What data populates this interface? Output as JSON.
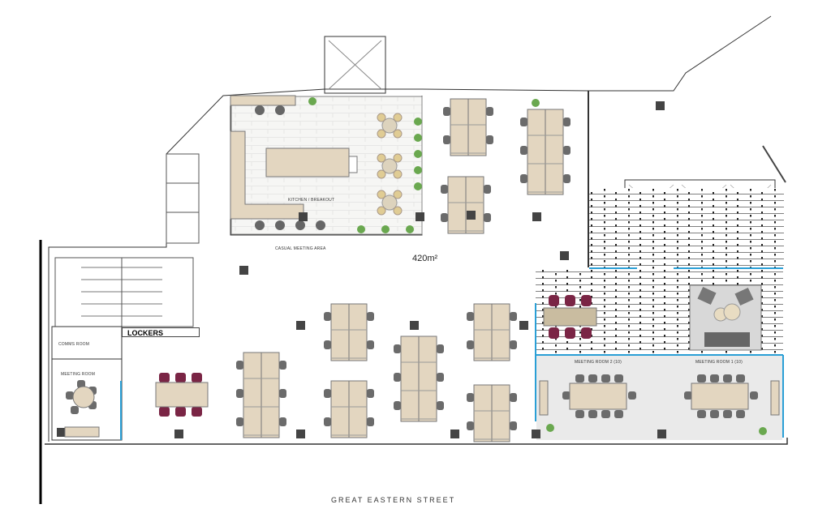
{
  "plan": {
    "total_area": "420m²",
    "street": "GREAT EASTERN STREET",
    "rooms": {
      "kitchen": "KITCHEN / BREAKOUT",
      "casual": "CASUAL MEETING AREA",
      "lockers": "LOCKERS",
      "comms": "COMMS ROOM",
      "meeting": "MEETING ROOM",
      "meeting2": "MEETING ROOM 2 (10)",
      "meeting1": "MEETING ROOM 1 (10)"
    }
  },
  "colors": {
    "desk": "#e3d6c0",
    "chair": "#6b6b6b",
    "accent_chair": "#7a2545",
    "glass": "#2a9fd6",
    "plant": "#6aa84f",
    "wall": "#333333"
  }
}
